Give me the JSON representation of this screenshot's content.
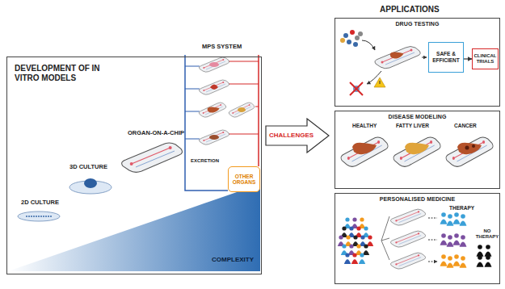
{
  "diagram": {
    "nodes": [
      {
        "text": [
          "DEVELOPMENT OF IN VITRO MODELS"
        ]
      },
      {
        "text": [
          "OTHER ORGANS"
        ],
        "in": 0
      },
      {
        "text": [
          "CHALLENGES"
        ]
      },
      {
        "text": [
          "DRUG TESTING"
        ]
      },
      {
        "text": [
          "SAFE & EFFICIENT"
        ],
        "in": 3
      },
      {
        "text": [
          "CLINICAL TRIALS"
        ],
        "in": 3
      },
      {
        "text": [
          "DISEASE MODELING"
        ]
      },
      {
        "text": [
          "PERSONALISED MEDICINE"
        ]
      }
    ],
    "edges": [
      {
        "from": 4,
        "to": 5,
        "arrow": "to"
      }
    ],
    "labels": [
      "APPLICATIONS",
      "2D CULTURE",
      "3D CULTURE",
      "ORGAN-ON-A-CHIP",
      "MPS SYSTEM",
      "EXCRETION",
      "COMPLEXITY",
      "HEALTHY",
      "FATTY LIVER",
      "CANCER",
      "THERAPY",
      "NO THERAPY"
    ]
  }
}
